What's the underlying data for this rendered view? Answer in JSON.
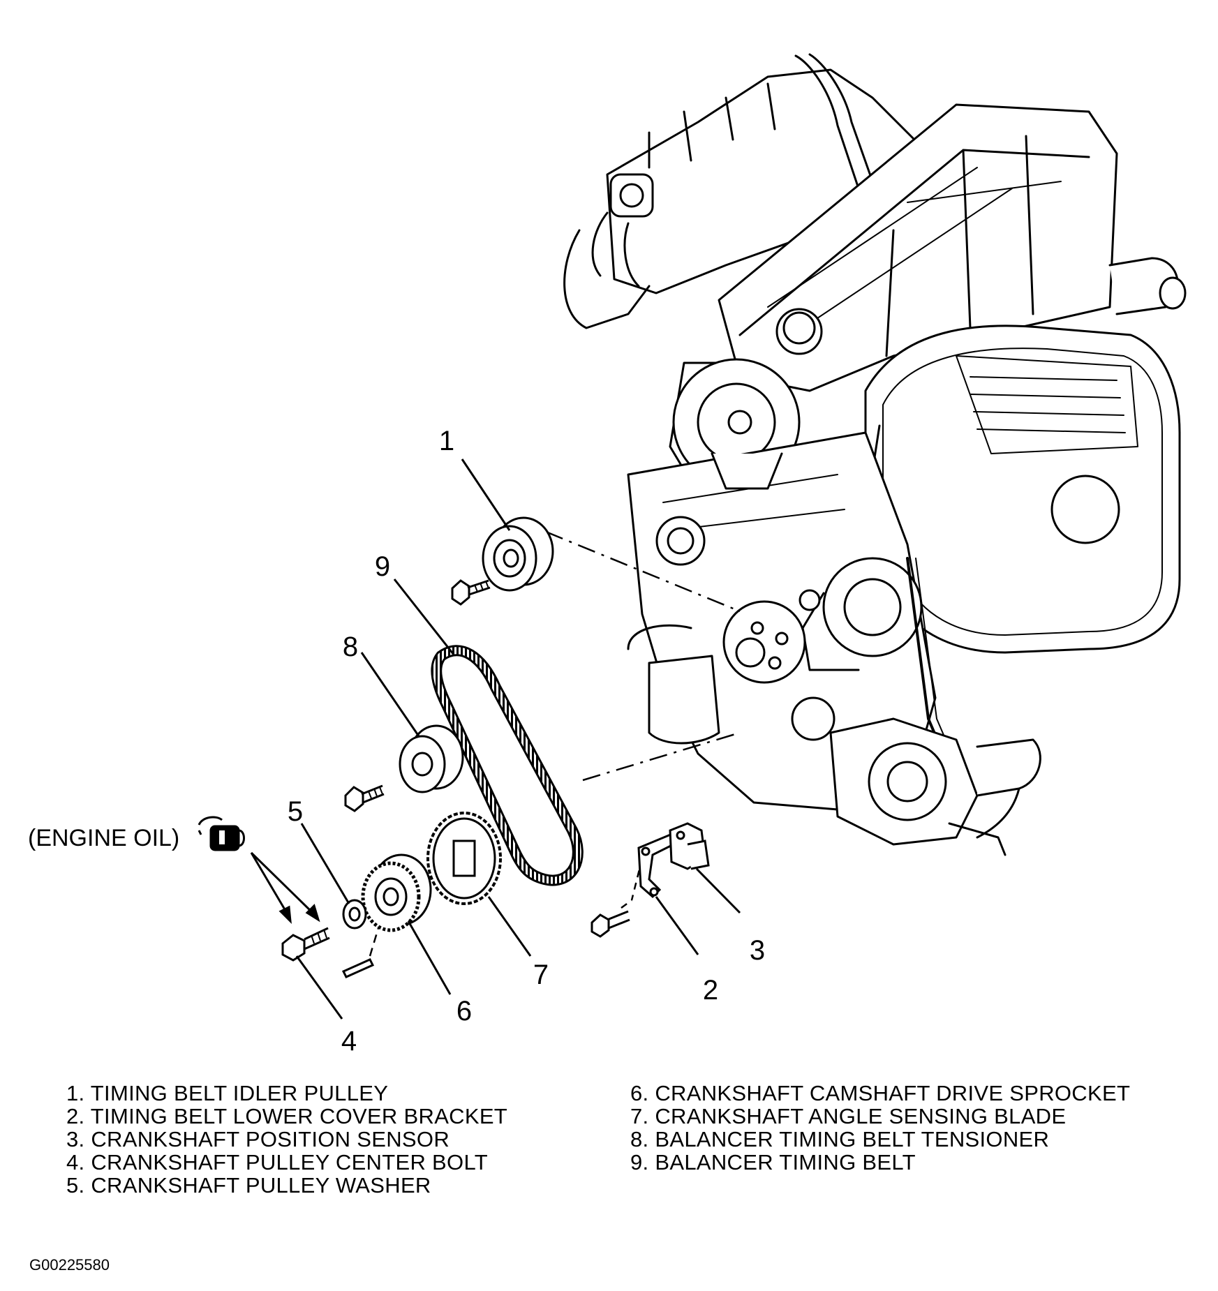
{
  "oil_note": "(ENGINE OIL)",
  "callouts": [
    "1",
    "2",
    "3",
    "4",
    "5",
    "6",
    "7",
    "8",
    "9"
  ],
  "legend_left": [
    "1. TIMING BELT IDLER PULLEY",
    "2. TIMING BELT LOWER COVER BRACKET",
    "3. CRANKSHAFT POSITION SENSOR",
    "4. CRANKSHAFT PULLEY CENTER BOLT",
    "5. CRANKSHAFT PULLEY WASHER"
  ],
  "legend_right": [
    "6. CRANKSHAFT CAMSHAFT DRIVE SPROCKET",
    "7. CRANKSHAFT ANGLE SENSING BLADE",
    "8. BALANCER TIMING BELT TENSIONER",
    "9. BALANCER TIMING BELT"
  ],
  "figure_id": "G00225580"
}
